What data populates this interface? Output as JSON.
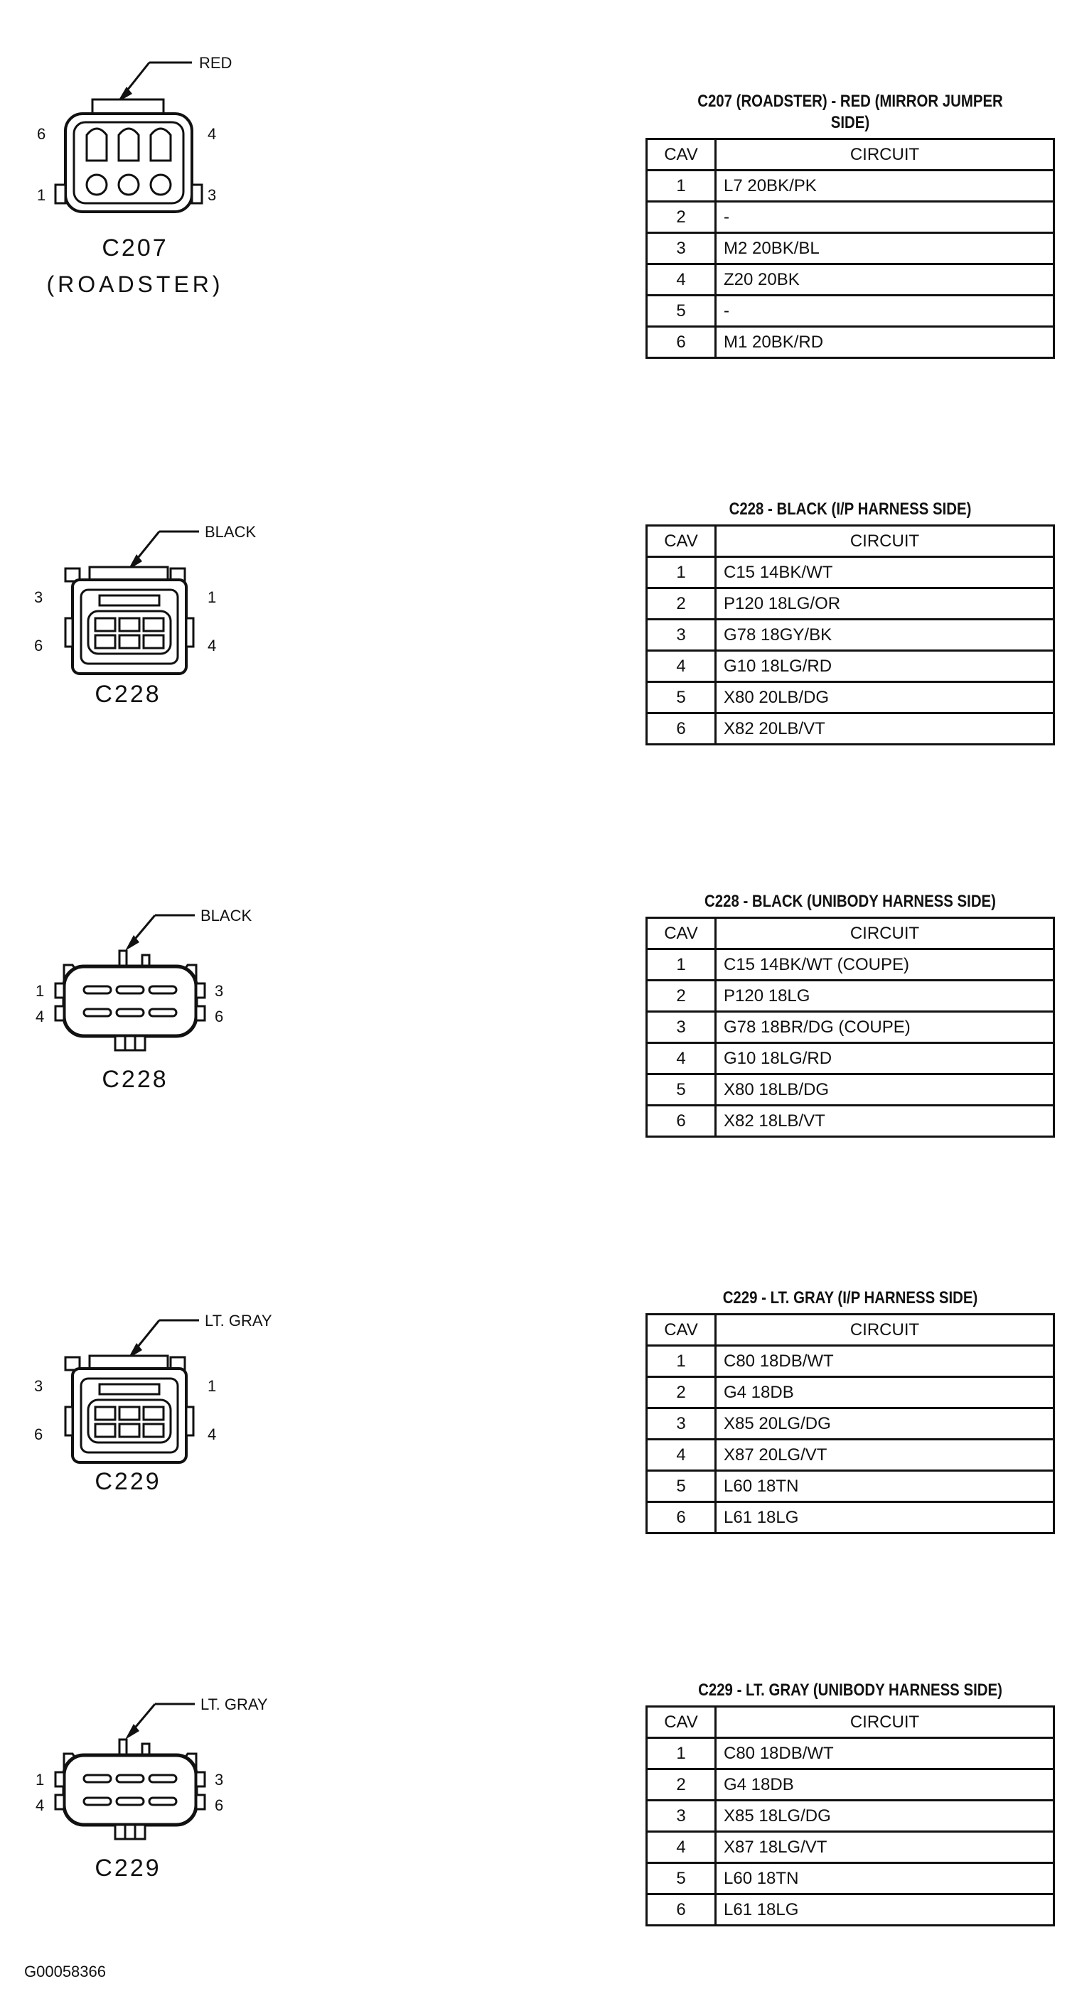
{
  "sections": [
    {
      "connector": {
        "color_label": "RED",
        "name": "C207",
        "subtitle": "(ROADSTER)",
        "pins": {
          "top_left": "6",
          "top_right": "4",
          "bottom_left": "1",
          "bottom_right": "3"
        }
      },
      "table": {
        "title": "C207 (ROADSTER) - RED (MIRROR JUMPER SIDE)",
        "headers": [
          "CAV",
          "CIRCUIT"
        ],
        "rows": [
          [
            "1",
            "L7 20BK/PK"
          ],
          [
            "2",
            "-"
          ],
          [
            "3",
            "M2 20BK/BL"
          ],
          [
            "4",
            "Z20 20BK"
          ],
          [
            "5",
            "-"
          ],
          [
            "6",
            "M1 20BK/RD"
          ]
        ]
      }
    },
    {
      "connector": {
        "color_label": "BLACK",
        "name": "C228",
        "pins": {
          "top_left": "3",
          "top_right": "1",
          "bottom_left": "6",
          "bottom_right": "4"
        }
      },
      "table": {
        "title": "C228 - BLACK (I/P HARNESS SIDE)",
        "headers": [
          "CAV",
          "CIRCUIT"
        ],
        "rows": [
          [
            "1",
            "C15 14BK/WT"
          ],
          [
            "2",
            "P120 18LG/OR"
          ],
          [
            "3",
            "G78 18GY/BK"
          ],
          [
            "4",
            "G10 18LG/RD"
          ],
          [
            "5",
            "X80 20LB/DG"
          ],
          [
            "6",
            "X82 20LB/VT"
          ]
        ]
      }
    },
    {
      "connector": {
        "color_label": "BLACK",
        "name": "C228",
        "pins": {
          "top_left": "1",
          "top_right": "3",
          "bottom_left": "4",
          "bottom_right": "6"
        }
      },
      "table": {
        "title": "C228 - BLACK (UNIBODY HARNESS SIDE)",
        "headers": [
          "CAV",
          "CIRCUIT"
        ],
        "rows": [
          [
            "1",
            "C15 14BK/WT (COUPE)"
          ],
          [
            "2",
            "P120 18LG"
          ],
          [
            "3",
            "G78 18BR/DG (COUPE)"
          ],
          [
            "4",
            "G10 18LG/RD"
          ],
          [
            "5",
            "X80 18LB/DG"
          ],
          [
            "6",
            "X82 18LB/VT"
          ]
        ]
      }
    },
    {
      "connector": {
        "color_label": "LT. GRAY",
        "name": "C229",
        "pins": {
          "top_left": "3",
          "top_right": "1",
          "bottom_left": "6",
          "bottom_right": "4"
        }
      },
      "table": {
        "title": "C229 - LT. GRAY (I/P HARNESS SIDE)",
        "headers": [
          "CAV",
          "CIRCUIT"
        ],
        "rows": [
          [
            "1",
            "C80 18DB/WT"
          ],
          [
            "2",
            "G4 18DB"
          ],
          [
            "3",
            "X85 20LG/DG"
          ],
          [
            "4",
            "X87 20LG/VT"
          ],
          [
            "5",
            "L60 18TN"
          ],
          [
            "6",
            "L61 18LG"
          ]
        ]
      }
    },
    {
      "connector": {
        "color_label": "LT. GRAY",
        "name": "C229",
        "pins": {
          "top_left": "1",
          "top_right": "3",
          "bottom_left": "4",
          "bottom_right": "6"
        }
      },
      "table": {
        "title": "C229 - LT. GRAY (UNIBODY HARNESS SIDE)",
        "headers": [
          "CAV",
          "CIRCUIT"
        ],
        "rows": [
          [
            "1",
            "C80 18DB/WT"
          ],
          [
            "2",
            "G4 18DB"
          ],
          [
            "3",
            "X85 18LG/DG"
          ],
          [
            "4",
            "X87 18LG/VT"
          ],
          [
            "5",
            "L60 18TN"
          ],
          [
            "6",
            "L61 18LG"
          ]
        ]
      }
    }
  ],
  "footer": {
    "figure_id": "G00058366"
  }
}
